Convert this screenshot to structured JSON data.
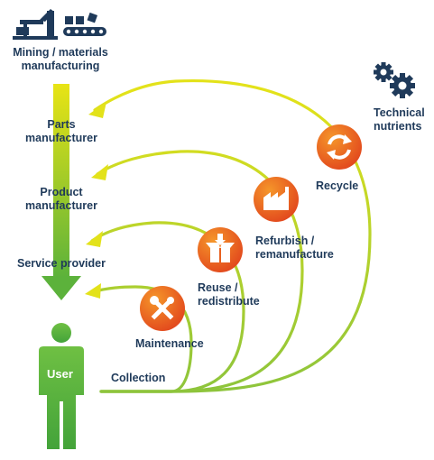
{
  "labels": {
    "mining": [
      "Mining / materials",
      "manufacturing"
    ],
    "parts": [
      "Parts",
      "manufacturer"
    ],
    "product": [
      "Product",
      "manufacturer"
    ],
    "service": "Service provider",
    "user": "User",
    "collection": "Collection",
    "technical": [
      "Technical",
      "nutrients"
    ],
    "recycle": "Recycle",
    "refurbish": [
      "Refurbish /",
      "remanufacture"
    ],
    "reuse": [
      "Reuse /",
      "redistribute"
    ],
    "maintenance": "Maintenance"
  },
  "icons": {
    "mining": "factory-machinery-icon",
    "conveyor": "conveyor-belt-icon",
    "technical": "gears-icon",
    "recycle": "recycle-arrows-icon",
    "refurbish": "factory-icon",
    "reuse": "open-box-icon",
    "maintenance": "tools-icon"
  },
  "colors": {
    "navy": "#1f3a5a",
    "arrow_top": "#e3e21a",
    "arrow_bottom": "#5fb53a",
    "user_green": "#5fb53a",
    "circle_light": "#f5962a",
    "circle_dark": "#e2481d"
  }
}
